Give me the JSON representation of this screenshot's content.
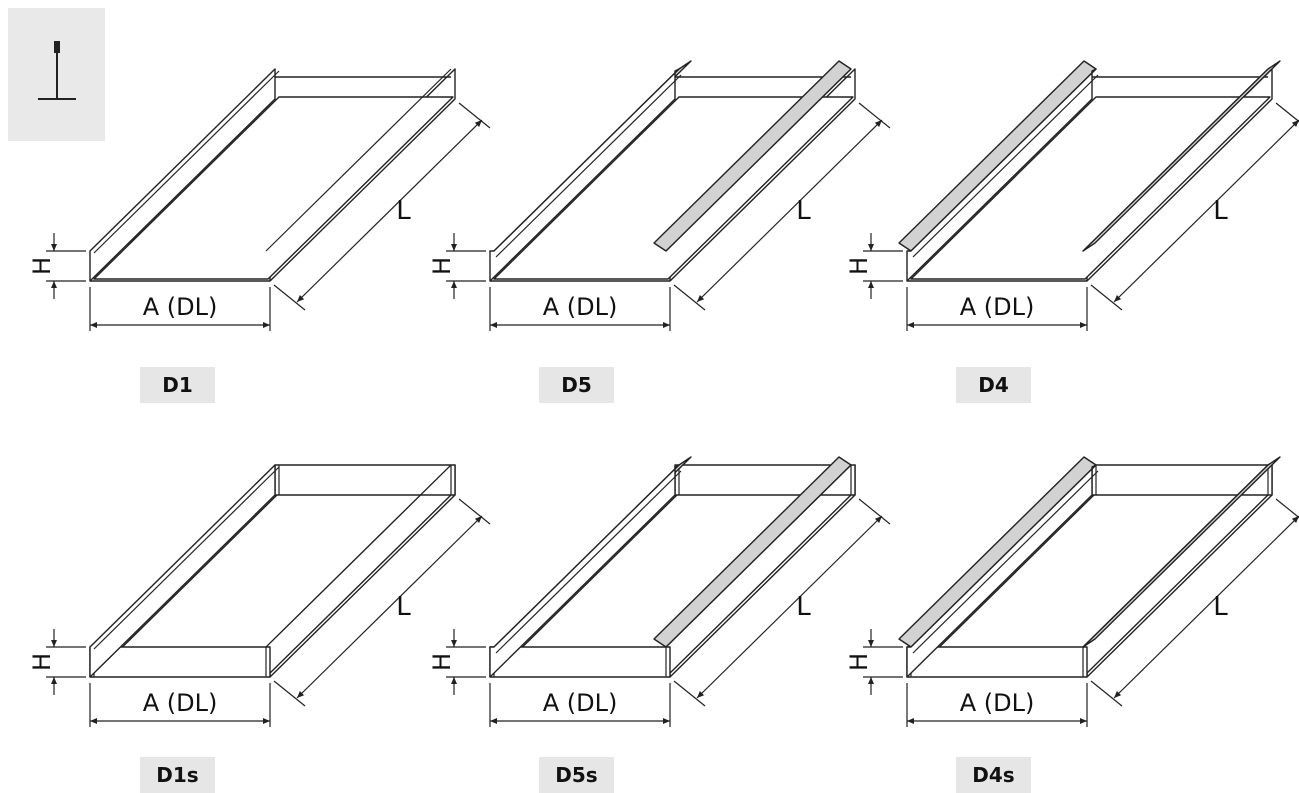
{
  "labels": {
    "width": "A (DL)",
    "height": "H",
    "length": "L"
  },
  "panels": [
    {
      "code": "D1",
      "flange": "none",
      "ends": false
    },
    {
      "code": "D5",
      "flange": "inward",
      "ends": false
    },
    {
      "code": "D4",
      "flange": "outward",
      "ends": false
    },
    {
      "code": "D1s",
      "flange": "none",
      "ends": true
    },
    {
      "code": "D5s",
      "flange": "inward",
      "ends": true
    },
    {
      "code": "D4s",
      "flange": "outward",
      "ends": true
    }
  ],
  "icons": {
    "mount": "t-hanger-icon"
  },
  "colors": {
    "line": "#222222",
    "fill_flange": "#d2d2d2",
    "badge_bg": "#e6e6e6",
    "icon_bg": "#e9e9e9"
  }
}
